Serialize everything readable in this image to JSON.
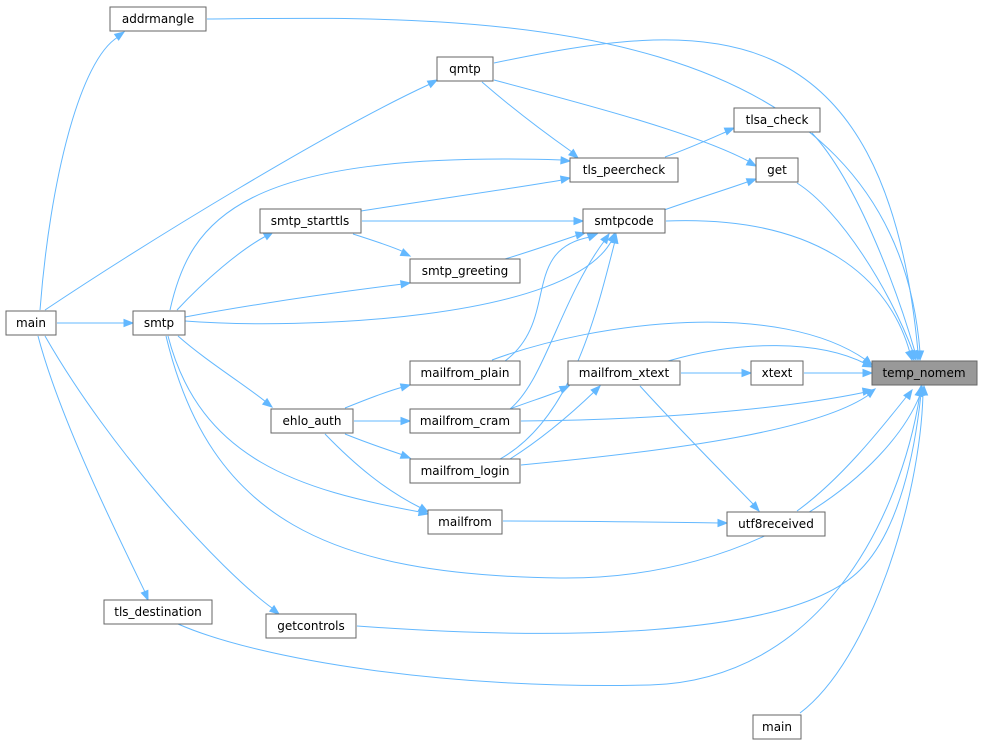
{
  "graph": {
    "colors": {
      "edge": "#63b8ff",
      "node_border": "#666666",
      "focus_fill": "#999999",
      "node_fill": "#ffffff"
    },
    "nodes": {
      "temp_nomem": "temp_nomem",
      "addrmangle": "addrmangle",
      "qmtp": "qmtp",
      "tlsa_check": "tlsa_check",
      "get": "get",
      "tls_peercheck": "tls_peercheck",
      "smtpcode": "smtpcode",
      "smtp_starttls": "smtp_starttls",
      "smtp_greeting": "smtp_greeting",
      "main_left": "main",
      "smtp": "smtp",
      "mailfrom_plain": "mailfrom_plain",
      "mailfrom_xtext": "mailfrom_xtext",
      "xtext": "xtext",
      "ehlo_auth": "ehlo_auth",
      "mailfrom_cram": "mailfrom_cram",
      "mailfrom_login": "mailfrom_login",
      "mailfrom": "mailfrom",
      "utf8received": "utf8received",
      "tls_destination": "tls_destination",
      "getcontrols": "getcontrols",
      "main_bottom": "main"
    }
  }
}
